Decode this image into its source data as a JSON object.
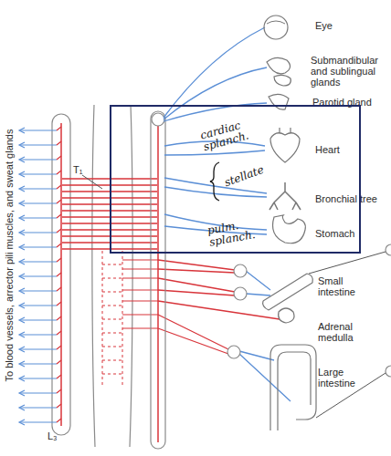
{
  "diagram": {
    "nodes": [
      {
        "text": [
          "cardiac splanch.",
          "stellate",
          "pulm. splanch."
        ]
      }
    ],
    "labels": [
      "Eye",
      "Submandibular and sublingual glands",
      "Parotid gland",
      "Heart",
      "Bronchial tree",
      "Stomach",
      "To blood vessels, arrector pili muscles, and sweat glands",
      "T₁",
      "Small intestine",
      "Adrenal medulla",
      "Large intestine",
      "L₃"
    ]
  }
}
